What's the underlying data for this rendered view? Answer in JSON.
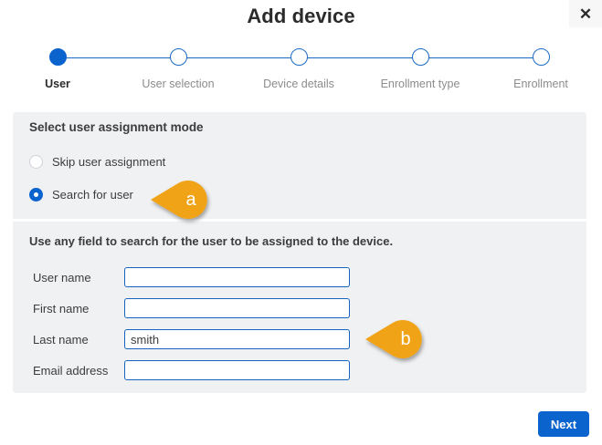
{
  "dialog": {
    "title": "Add device",
    "close_icon": "close-icon"
  },
  "stepper": {
    "steps": [
      {
        "label": "User",
        "state": "active"
      },
      {
        "label": "User selection",
        "state": "pending"
      },
      {
        "label": "Device details",
        "state": "pending"
      },
      {
        "label": "Enrollment type",
        "state": "pending"
      },
      {
        "label": "Enrollment",
        "state": "pending"
      }
    ]
  },
  "assignment_mode": {
    "heading": "Select user assignment mode",
    "options": [
      {
        "label": "Skip user assignment",
        "selected": false
      },
      {
        "label": "Search for user",
        "selected": true
      }
    ]
  },
  "search_section": {
    "hint": "Use any field to search for the user to be assigned to the device.",
    "fields": [
      {
        "label": "User name",
        "value": "",
        "placeholder": ""
      },
      {
        "label": "First name",
        "value": "",
        "placeholder": ""
      },
      {
        "label": "Last name",
        "value": "smith",
        "placeholder": ""
      },
      {
        "label": "Email address",
        "value": "",
        "placeholder": ""
      }
    ]
  },
  "callouts": [
    {
      "letter": "a",
      "target": "search-for-user-radio"
    },
    {
      "letter": "b",
      "target": "last-name-field"
    }
  ],
  "footer": {
    "next_label": "Next"
  },
  "colors": {
    "accent_blue": "#0b63ce",
    "panel_gray": "#f0f1f3",
    "callout_orange": "#f0a318",
    "input_border": "#1565c0"
  }
}
